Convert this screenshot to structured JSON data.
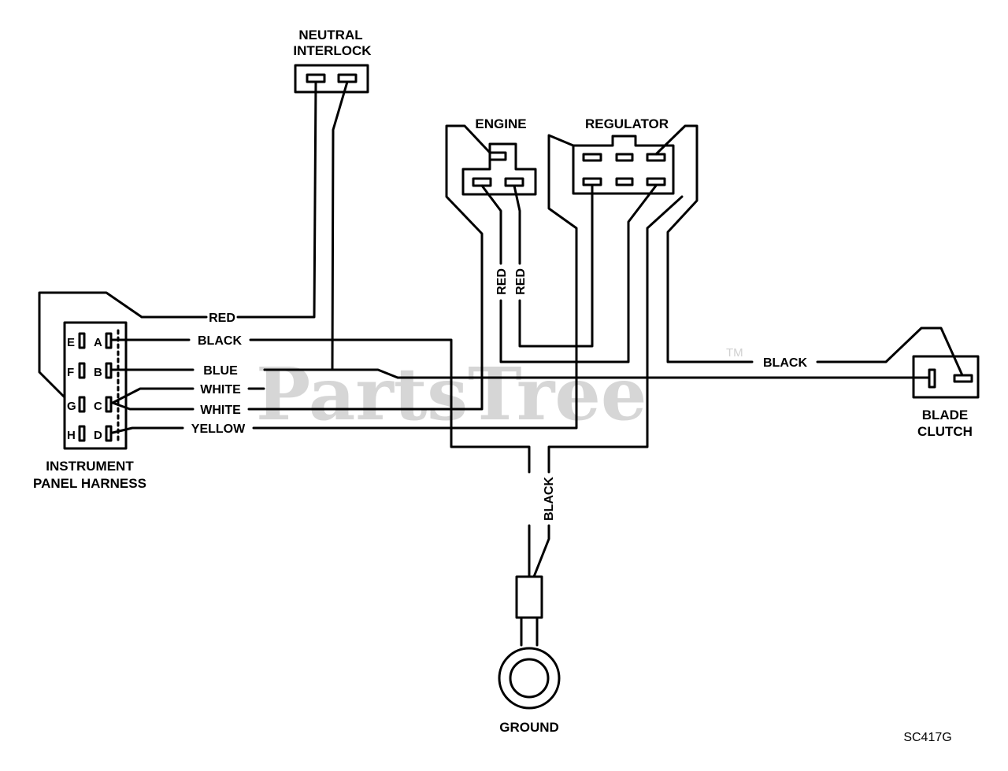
{
  "components": {
    "neutral_interlock_line1": "NEUTRAL",
    "neutral_interlock_line2": "INTERLOCK",
    "engine": "ENGINE",
    "regulator": "REGULATOR",
    "blade_clutch_line1": "BLADE",
    "blade_clutch_line2": "CLUTCH",
    "instrument_panel_line1": "INSTRUMENT",
    "instrument_panel_line2": "PANEL HARNESS",
    "ground": "GROUND"
  },
  "harness_pins": {
    "left": [
      "E",
      "F",
      "G",
      "H"
    ],
    "right": [
      "A",
      "B",
      "C",
      "D"
    ]
  },
  "wires": {
    "red_interlock": "RED",
    "black_a": "BLACK",
    "blue": "BLUE",
    "white_1": "WHITE",
    "white_2": "WHITE",
    "yellow": "YELLOW",
    "red_engine_1": "RED",
    "red_engine_2": "RED",
    "black_clutch": "BLACK",
    "black_ground": "BLACK"
  },
  "watermark": "PartsTree",
  "trademark": "TM",
  "diagram_code": "SC417G"
}
